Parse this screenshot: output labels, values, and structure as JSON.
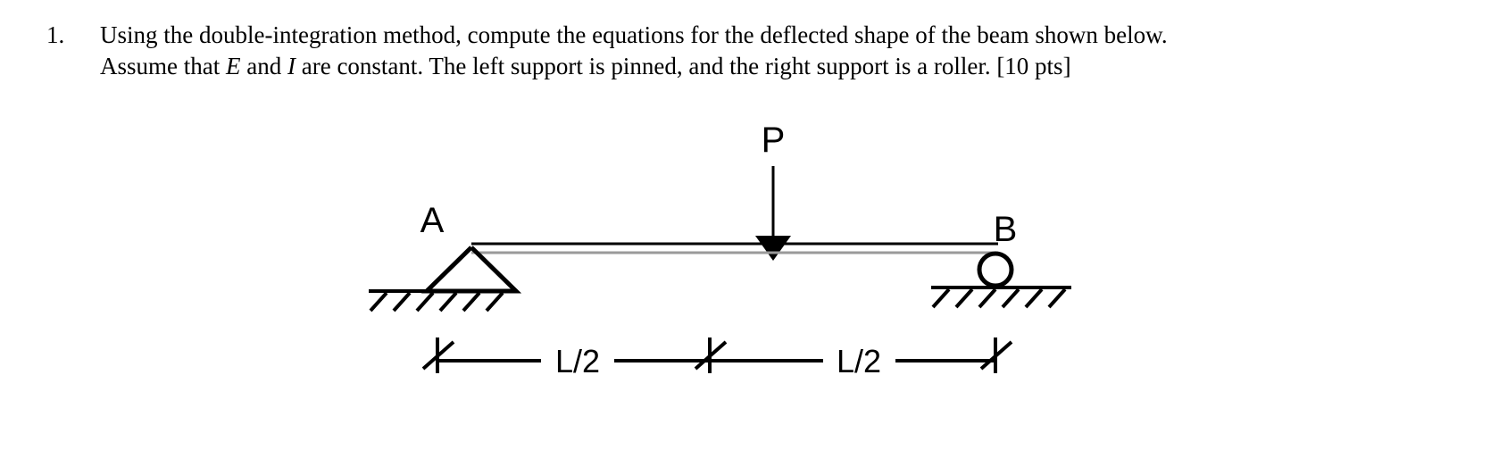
{
  "problem": {
    "number": "1.",
    "line1_part1": "Using the double-integration method, compute the equations for the deflected shape of the beam shown below.",
    "line2_part1": "Assume that ",
    "line2_var1": "E",
    "line2_part2": " and ",
    "line2_var2": "I",
    "line2_part3": " are constant. The left support is pinned, and the right support is a roller. [10 pts]"
  },
  "diagram": {
    "load_label": "P",
    "left_support_label": "A",
    "right_support_label": "B",
    "dimension_left_label": "L/2",
    "dimension_right_label": "L/2",
    "colors": {
      "ink": "#000000",
      "background": "#ffffff"
    }
  }
}
